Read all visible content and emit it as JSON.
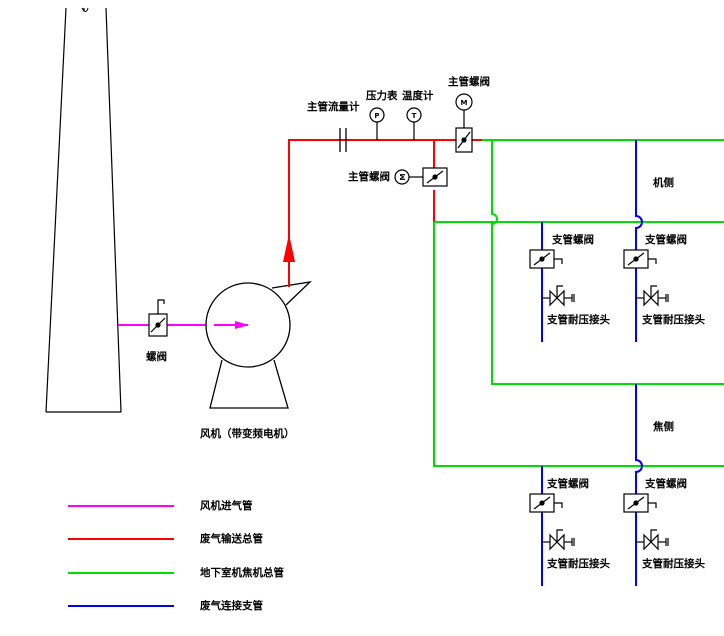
{
  "colors": {
    "fan_inlet": "#ff00ff",
    "exhaust_main": "#ff0000",
    "underground_main": "#00dd00",
    "branch": "#0000ff",
    "outline": "#000000"
  },
  "labels": {
    "main_flowmeter": "主管流量计",
    "pressure_gauge": "压力表",
    "thermometer": "温度计",
    "main_valve_top": "主管螺阀",
    "main_valve_side": "主管螺阀",
    "butterfly_valve": "螺阀",
    "fan": "风机（带变频电机）",
    "machine_side": "机侧",
    "coke_side": "焦侧",
    "branch_valve_1": "支管螺阀",
    "branch_valve_2": "支管螺阀",
    "branch_valve_3": "支管螺阀",
    "branch_valve_4": "支管螺阀",
    "branch_joint_1": "支管耐压接头",
    "branch_joint_2": "支管耐压接头",
    "branch_joint_3": "支管耐压接头",
    "branch_joint_4": "支管耐压接头"
  },
  "symbols": {
    "pressure": "P",
    "temperature": "T",
    "motor_top": "M",
    "motor_side": "M"
  },
  "legend": [
    {
      "label": "风机进气管",
      "color": "#ff00ff"
    },
    {
      "label": "废气输送总管",
      "color": "#ff0000"
    },
    {
      "label": "地下室机焦机总管",
      "color": "#00dd00"
    },
    {
      "label": "废气连接支管",
      "color": "#0000ff"
    }
  ]
}
